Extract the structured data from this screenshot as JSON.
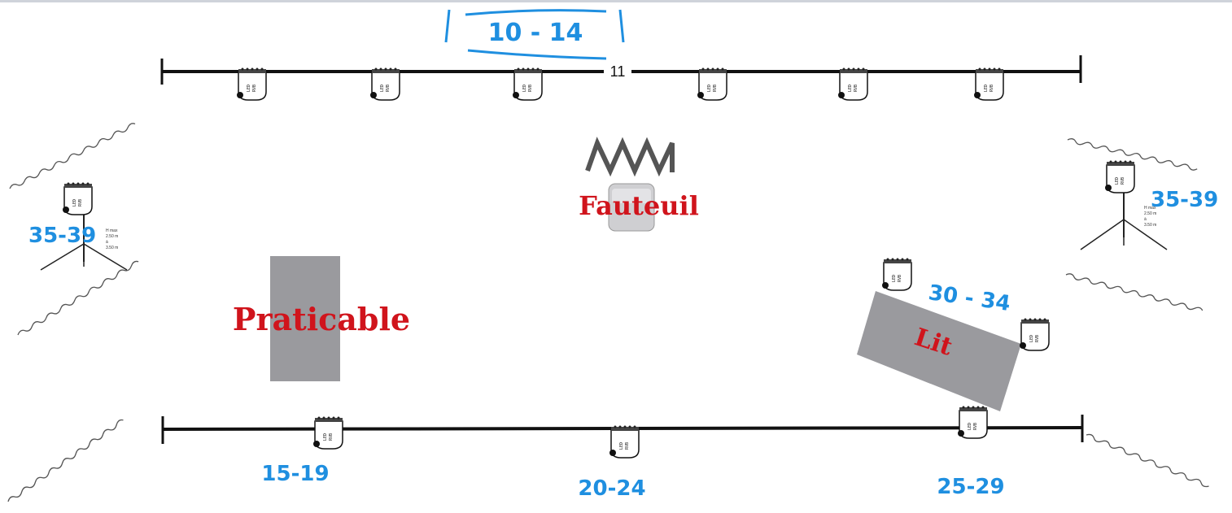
{
  "top_truss": {
    "number": "11",
    "group_label": "10 - 14"
  },
  "fixture": {
    "line1": "LED",
    "line2": "RVB"
  },
  "stand": {
    "line1": "H max",
    "line2": "2.50 m",
    "line3": "à",
    "line4": "3.50 m"
  },
  "props": {
    "armchair": "Fauteuil",
    "platform": "Praticable",
    "bed": "Lit"
  },
  "groups": {
    "left_stand": "35-39",
    "right_stand": "35-39",
    "bed_lights": "30 - 34",
    "bottom_left": "15-19",
    "bottom_center": "20-24",
    "bottom_right": "25-29"
  },
  "colors": {
    "annotation_blue": "#1f8fe0",
    "annotation_red": "#d0141c",
    "prop_gray": "#9a9a9e"
  }
}
